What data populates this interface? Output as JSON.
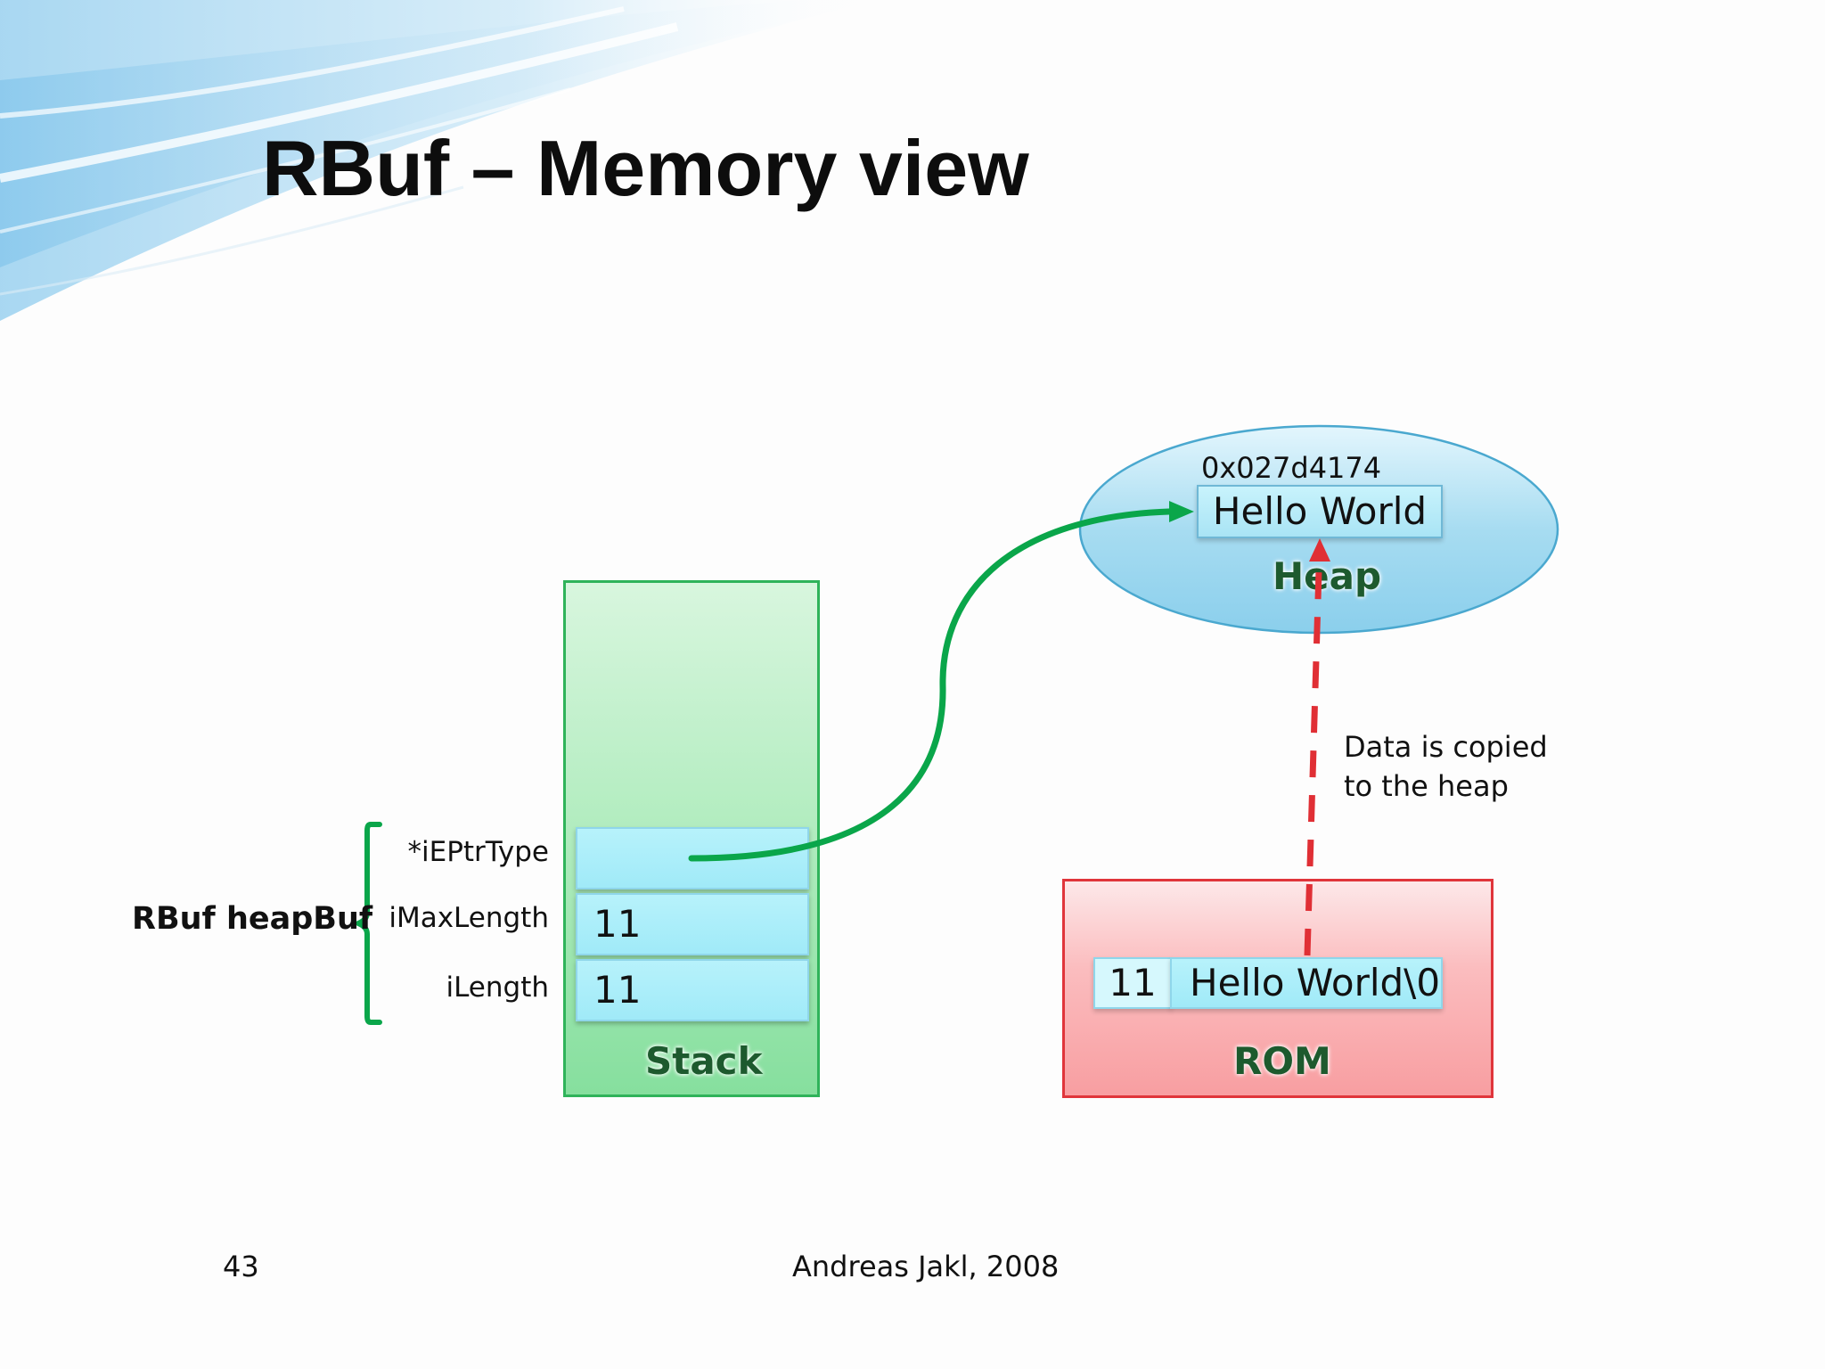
{
  "slide": {
    "title": "RBuf – Memory view",
    "page_number": "43",
    "footer": "Andreas Jakl, 2008"
  },
  "rbuf": {
    "name": "RBuf heapBuf",
    "fields": [
      {
        "label": "*iEPtrType",
        "value": ""
      },
      {
        "label": "iMaxLength",
        "value": "11"
      },
      {
        "label": "iLength",
        "value": "11"
      }
    ]
  },
  "stack": {
    "label": "Stack"
  },
  "heap": {
    "label": "Heap",
    "address": "0x027d4174",
    "content": "Hello World"
  },
  "rom": {
    "label": "ROM",
    "length": "11",
    "content": "Hello World\\0"
  },
  "annotation": {
    "line1": "Data is copied",
    "line2": "to the heap"
  },
  "colors": {
    "stack_border": "#2fb35a",
    "rom_border": "#e0353b",
    "pointer_arrow": "#0aa64a",
    "copy_arrow": "#e02f35"
  }
}
